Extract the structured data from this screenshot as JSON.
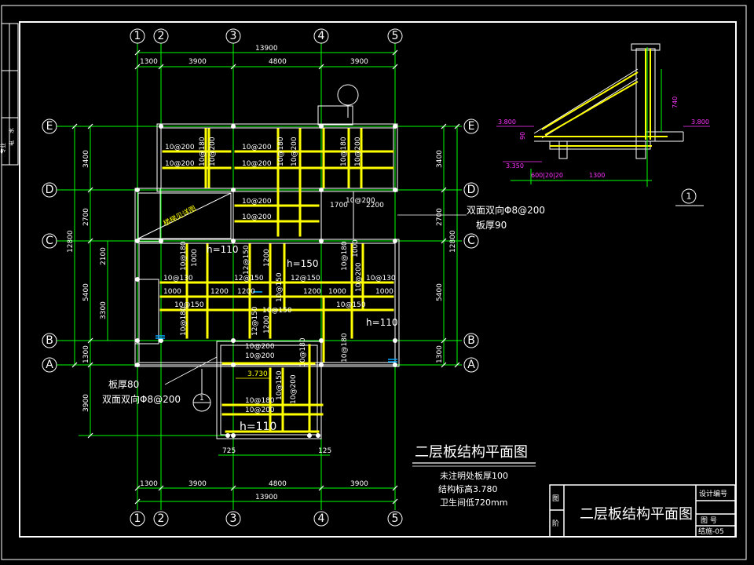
{
  "plan_title": "二层板结构平面图",
  "notes": [
    "未注明处板厚100",
    "结构标高3.780",
    "卫生间低720mm"
  ],
  "title_block": {
    "drawing_title": "二层板结构平面图",
    "design_no_label": "设计编号",
    "sheet_label": "图 号",
    "sheet_no": "结施-05",
    "cell_a": "图",
    "cell_b": "阶"
  },
  "left_strip": {
    "label_1": "专业",
    "label_2": "水",
    "label_3": "电"
  },
  "axes_vertical": [
    "1",
    "2",
    "3",
    "4",
    "5"
  ],
  "axes_horizontal": [
    "E",
    "D",
    "C",
    "B",
    "A"
  ],
  "dims_top": {
    "total": "13900",
    "spans": [
      "1300",
      "3900",
      "4800",
      "3900"
    ]
  },
  "dims_bottom": {
    "total": "13900",
    "spans": [
      "1300",
      "3900",
      "4800",
      "3900"
    ]
  },
  "dims_left": {
    "total": "12800",
    "spans": [
      "3400",
      "2700",
      "5400",
      "1300"
    ],
    "sub": [
      "2100",
      "3300"
    ],
    "extension": "3900"
  },
  "dims_right": {
    "total": "12800",
    "spans": [
      "3400",
      "2700",
      "5400",
      "1300"
    ]
  },
  "room_dims": {
    "d1": "1700",
    "d2": "2200",
    "d725": "725",
    "d125": "125"
  },
  "annotations": {
    "double_way_1": "双面双向Φ8@200",
    "slab_thk_90": "板厚90",
    "slab_thk_80": "板厚80",
    "double_way_2": "双面双向Φ8@200",
    "h110a": "h=110",
    "h150": "h=150",
    "h110b": "h=110",
    "h110c": "h=110",
    "elev_3730": "3.730",
    "stair_label": "楼梯见详图",
    "section_mark": "1"
  },
  "rebar_labels": {
    "r1": "10@200",
    "r2": "10@200",
    "r3": "10@200",
    "r4": "10@200",
    "r5": "10@200",
    "r6": "10@200",
    "r7": "10@130",
    "r8": "1000",
    "r9": "10@150",
    "r10": "12@150",
    "r11": "1200",
    "r12": "12@150",
    "r13": "1200",
    "r14": "1200",
    "r15": "10@130",
    "r16": "1000",
    "r17": "10@150",
    "r18": "10@150",
    "r19": "10@200",
    "r20": "10@200",
    "r21": "10@180",
    "r22": "10@200",
    "r23": "10@200",
    "r24": "1000",
    "v1": "10@180",
    "v2": "10@200",
    "v3": "10@180",
    "v4": "10@200",
    "v5": "10@180",
    "v6": "10@200",
    "v7": "12@150",
    "v8": "1200",
    "v9": "10@180",
    "v10": "1000",
    "v11": "10@180",
    "v12": "10@200",
    "v13": "10@150",
    "v14": "12@150",
    "v15": "1200",
    "v16": "10@180",
    "v17": "1000",
    "v18": "10@180",
    "v19": "10@150",
    "v20": "10@200",
    "v21": "10@180"
  },
  "detail": {
    "elev_left": "3.800",
    "elev_right": "3.800",
    "elev_low": "3.350",
    "dim_740": "740",
    "dim_1300": "1300",
    "dim_bottom": "600|20|20",
    "dim_90": "90",
    "mark": "1"
  }
}
